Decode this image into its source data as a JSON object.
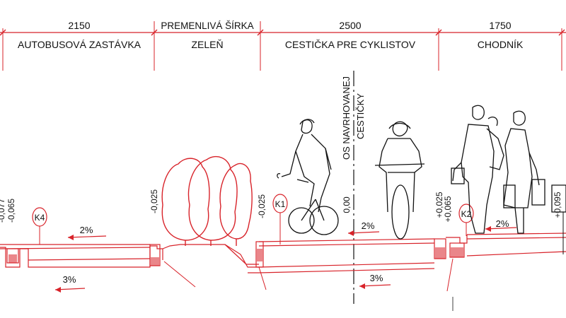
{
  "dimensions": {
    "bus_stop_width": "2150",
    "green_width": "PREMENLIVÁ ŠÍRKA",
    "cycle_path_width": "2500",
    "sidewalk_width": "1750"
  },
  "zones": {
    "bus_stop": "AUTOBUSOVÁ ZASTÁVKA",
    "green": "ZELEŇ",
    "cycle_path": "CESTIČKA PRE CYKLISTOV",
    "sidewalk": "CHODNÍK"
  },
  "axis": {
    "line1": "OS NAVRHOVANEJ",
    "line2": "CESTIČKY",
    "level": "0,00"
  },
  "levels": {
    "left_a": "-0,077",
    "left_b": "-0,065",
    "green_left": "-0,025",
    "cycle_left": "-0,025",
    "right_a": "+0,025",
    "right_b": "+0,065",
    "far_right": "+0,095"
  },
  "curbs": {
    "k4": "K4",
    "k1": "K1",
    "k2": "K2"
  },
  "slopes": {
    "bus_stop_top": "2%",
    "bus_stop_bottom": "3%",
    "cycle_top": "2%",
    "cycle_bottom": "3%",
    "sidewalk_top": "2%"
  },
  "colors": {
    "annotation": "#d8232a",
    "ink": "#111111"
  }
}
